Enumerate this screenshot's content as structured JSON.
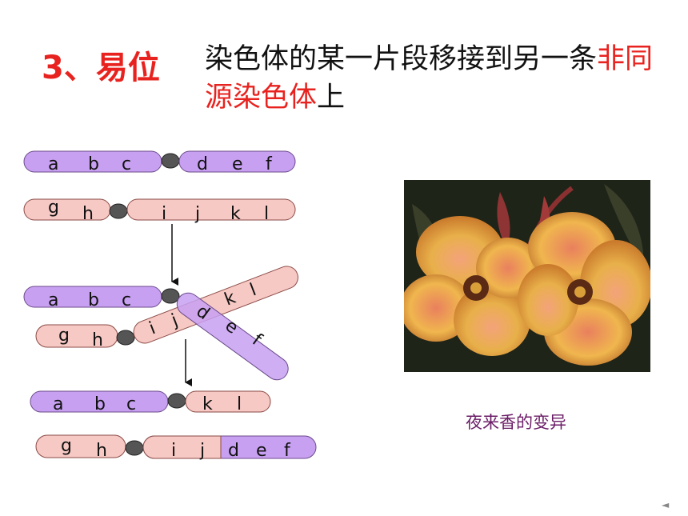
{
  "slide": {
    "title_number": "3、易位",
    "definition_part1": "染色体的某一片段移接到另一条",
    "definition_highlight": "非同源染色体",
    "definition_part2": "上",
    "photo_caption": "夜来香的变异",
    "nav_prev": "◄"
  },
  "colors": {
    "accent_red": "#e8231f",
    "chromosome_purple": "#c8a0f2",
    "chromosome_pink": "#f7c9c4",
    "centromere": "#555555",
    "caption_purple": "#6a1b66"
  },
  "diagram": {
    "before": {
      "chrom1": {
        "left_genes": [
          "a",
          "b",
          "c"
        ],
        "right_genes": [
          "d",
          "e",
          "f"
        ]
      },
      "chrom2": {
        "left_genes": [
          "g",
          "h"
        ],
        "right_genes": [
          "i",
          "j",
          "k",
          "l"
        ]
      }
    },
    "during": {
      "chrom1": {
        "left_genes": [
          "a",
          "b",
          "c"
        ],
        "arm_genes": [
          "d",
          "e",
          "f"
        ]
      },
      "chrom2": {
        "left_genes": [
          "g",
          "h"
        ],
        "arm_genes": [
          "i",
          "j",
          "k",
          "l"
        ]
      }
    },
    "after": {
      "chrom1": {
        "left_genes": [
          "a",
          "b",
          "c"
        ],
        "right_genes": [
          "k",
          "l"
        ]
      },
      "chrom2": {
        "left_genes": [
          "g",
          "h"
        ],
        "right_genes": [
          "i",
          "j",
          "d",
          "e",
          "f"
        ]
      }
    }
  }
}
